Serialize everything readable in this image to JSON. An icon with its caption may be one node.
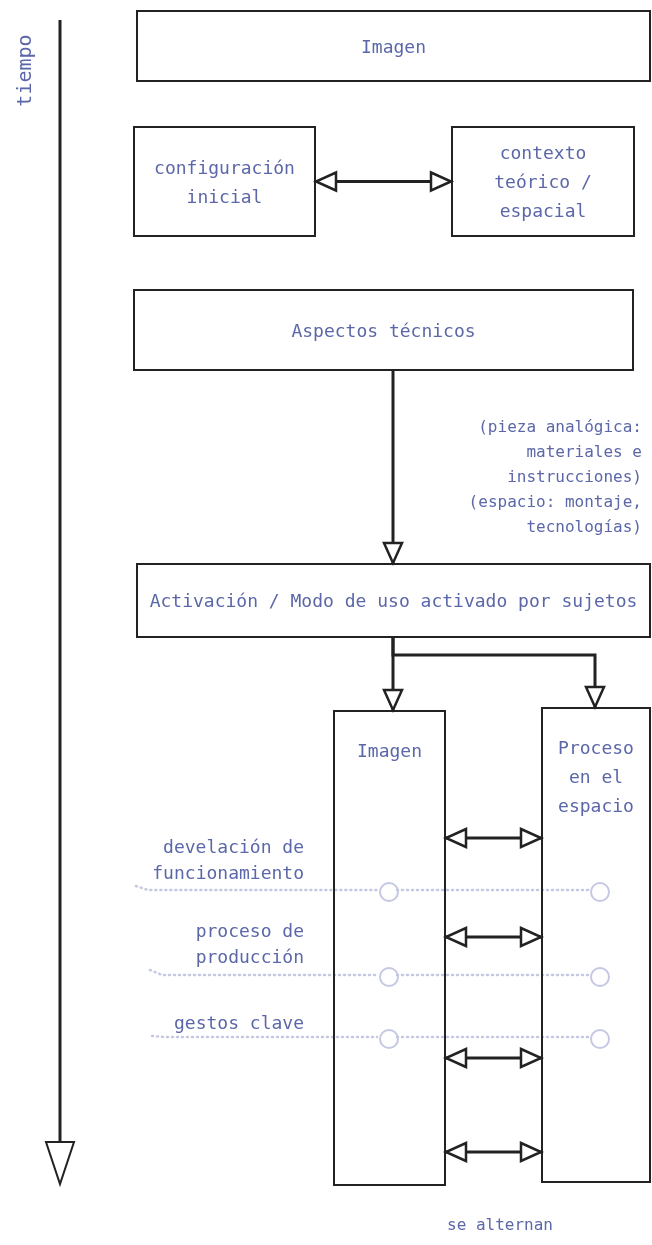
{
  "diagram": {
    "nodes": [
      {
        "text": [
          "Imagen"
        ]
      },
      {
        "text": [
          "configuración inicial"
        ]
      },
      {
        "text": [
          "contexto teórico / espacial"
        ]
      },
      {
        "text": [
          "Aspectos técnicos"
        ]
      },
      {
        "text": [
          "Activación / Modo de uso activado por sujetos"
        ]
      },
      {
        "text": [
          "Imagen"
        ]
      },
      {
        "text": [
          "Proceso en el espacio"
        ]
      },
      {
        "text": [
          "develación de funcionamiento"
        ]
      },
      {
        "text": [],
        "shape": "circle",
        "in": 5
      },
      {
        "text": [],
        "shape": "circle",
        "in": 6
      },
      {
        "text": [
          "proceso de producción"
        ]
      },
      {
        "text": [],
        "shape": "circle",
        "in": 5
      },
      {
        "text": [],
        "shape": "circle",
        "in": 6
      },
      {
        "text": [
          "gestos clave"
        ]
      },
      {
        "text": [],
        "shape": "circle",
        "in": 5
      },
      {
        "text": [],
        "shape": "circle",
        "in": 6
      }
    ],
    "edges": [
      {
        "from": 1,
        "to": 2,
        "arrow": "both"
      },
      {
        "from": 3,
        "to": 4,
        "arrow": "to"
      },
      {
        "from": 4,
        "to": 5,
        "arrow": "to"
      },
      {
        "from": 4,
        "to": 6,
        "arrow": "to"
      },
      {
        "from": 5,
        "to": 6,
        "arrow": "both"
      },
      {
        "from": 5,
        "to": 6,
        "arrow": "both"
      },
      {
        "from": 5,
        "to": 6,
        "arrow": "both"
      },
      {
        "from": 5,
        "to": 6,
        "arrow": "both"
      },
      {
        "from": 7,
        "to": 8,
        "arrow": "none",
        "style": "dashed",
        "color": "#c5c8e2"
      },
      {
        "from": 8,
        "to": 9,
        "arrow": "none",
        "style": "dashed",
        "color": "#c5c8e2"
      },
      {
        "from": 10,
        "to": 11,
        "arrow": "none",
        "style": "dashed",
        "color": "#c5c8e2"
      },
      {
        "from": 11,
        "to": 12,
        "arrow": "none",
        "style": "dashed",
        "color": "#c5c8e2"
      },
      {
        "from": 13,
        "to": 14,
        "arrow": "none",
        "style": "dashed",
        "color": "#c5c8e2"
      },
      {
        "from": 14,
        "to": 15,
        "arrow": "none",
        "style": "dashed",
        "color": "#c5c8e2"
      }
    ],
    "labels": [
      "tiempo",
      "(pieza analógica: materiales e instrucciones)",
      "(espacio: montaje, tecnologías)",
      "se alternan"
    ]
  }
}
